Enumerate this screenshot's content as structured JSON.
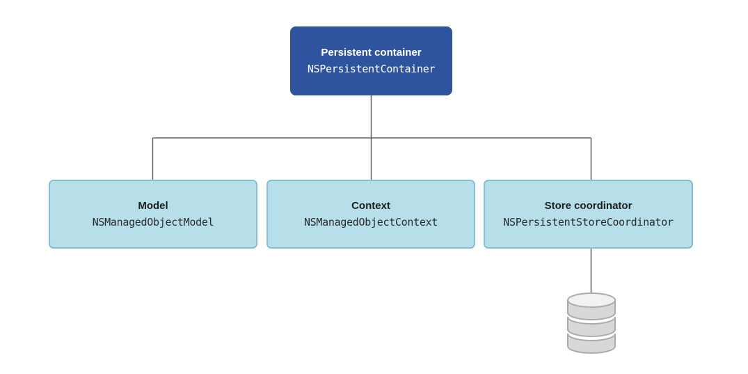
{
  "diagram": {
    "nodes": {
      "root": {
        "title": "Persistent container",
        "code": "NSPersistentContainer"
      },
      "children": [
        {
          "title": "Model",
          "code": "NSManagedObjectModel"
        },
        {
          "title": "Context",
          "code": "NSManagedObjectContext"
        },
        {
          "title": "Store coordinator",
          "code": "NSPersistentStoreCoordinator"
        }
      ]
    },
    "icons": {
      "database": "database-cylinder-icon"
    },
    "colors": {
      "background": "#FFFFFF",
      "root_fill": "#2E549E",
      "root_text": "#FFFFFF",
      "child_fill": "#B7DFEA",
      "child_border": "#85BED5",
      "child_text": "#1D1D1F",
      "connector_line": "#606060",
      "database_fill": "#D8D8D8",
      "database_top_fill": "#F2F2F2",
      "database_stroke": "#ABABAB"
    }
  }
}
